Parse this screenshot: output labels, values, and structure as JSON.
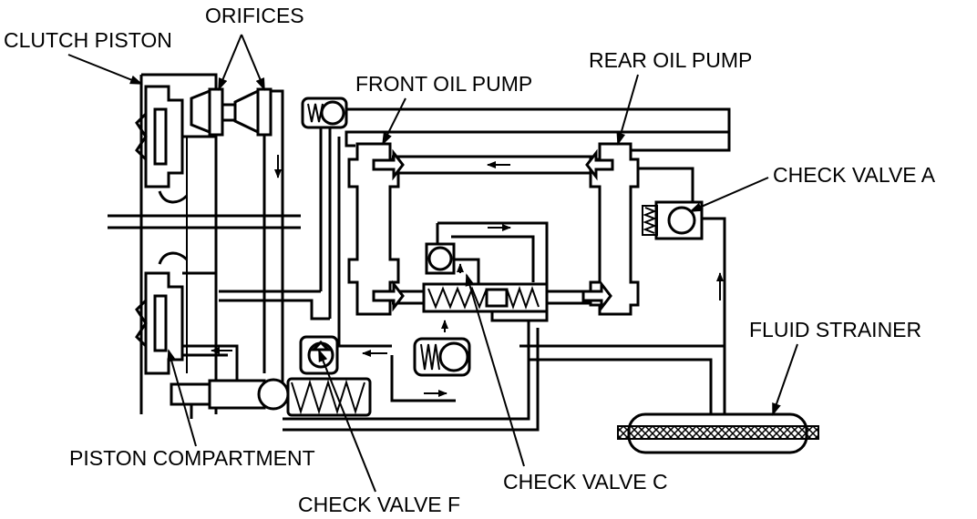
{
  "labels": {
    "clutch_piston": "CLUTCH PISTON",
    "orifices": "ORIFICES",
    "front_oil_pump": "FRONT OIL PUMP",
    "rear_oil_pump": "REAR OIL PUMP",
    "check_valve_a": "CHECK VALVE A",
    "fluid_strainer": "FLUID STRAINER",
    "piston_compartment": "PISTON COMPARTMENT",
    "check_valve_c": "CHECK VALVE C",
    "check_valve_f": "CHECK VALVE F"
  }
}
